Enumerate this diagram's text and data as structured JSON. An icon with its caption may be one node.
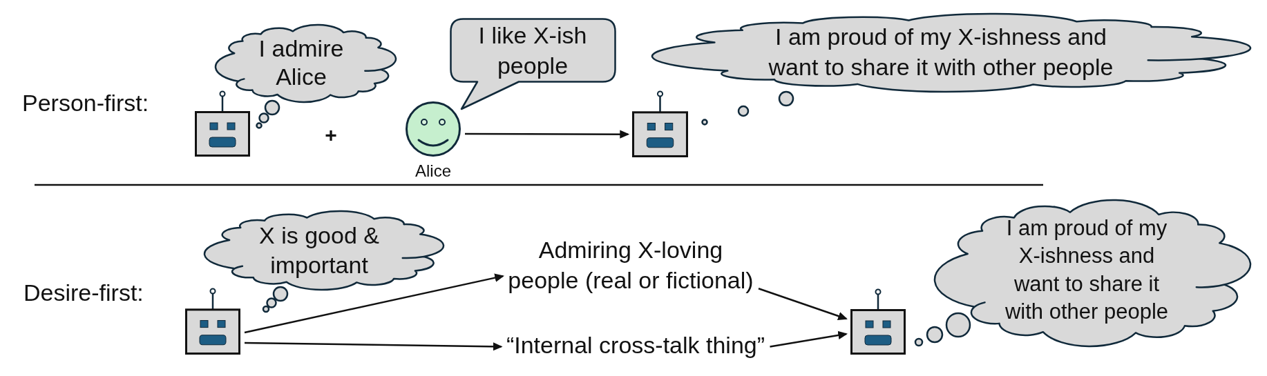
{
  "diagram": {
    "nodes": [
      {
        "text": [
          "I admire Alice"
        ]
      },
      {
        "text": [],
        "shape": "picture"
      },
      {
        "text": [
          "I like X-ish people"
        ]
      },
      {
        "text": [],
        "shape": "person",
        "beside": [
          "Alice"
        ]
      },
      {
        "text": [
          "I am proud of my X-ishness and want to share it with other people"
        ]
      },
      {
        "text": [],
        "shape": "picture"
      },
      {
        "text": [
          "X is good & important"
        ]
      },
      {
        "text": [],
        "shape": "picture"
      },
      {
        "text": [
          "Admiring X-loving people (real or fictional)"
        ]
      },
      {
        "text": [
          "“Internal cross-talk thing”"
        ]
      },
      {
        "text": [],
        "shape": "picture"
      },
      {
        "text": [
          "I am proud of my X-ishness and want to share it with other people"
        ]
      }
    ],
    "edges": [
      {
        "from": 3,
        "to": 5,
        "arrow": "to"
      },
      {
        "from": 7,
        "to": 8,
        "arrow": "to"
      },
      {
        "from": 7,
        "to": 9,
        "arrow": "to"
      },
      {
        "from": 8,
        "to": 10,
        "arrow": "to"
      },
      {
        "from": 9,
        "to": 10,
        "arrow": "to"
      }
    ],
    "labels": [
      "Person-first:",
      "+",
      "Desire-first:"
    ]
  }
}
